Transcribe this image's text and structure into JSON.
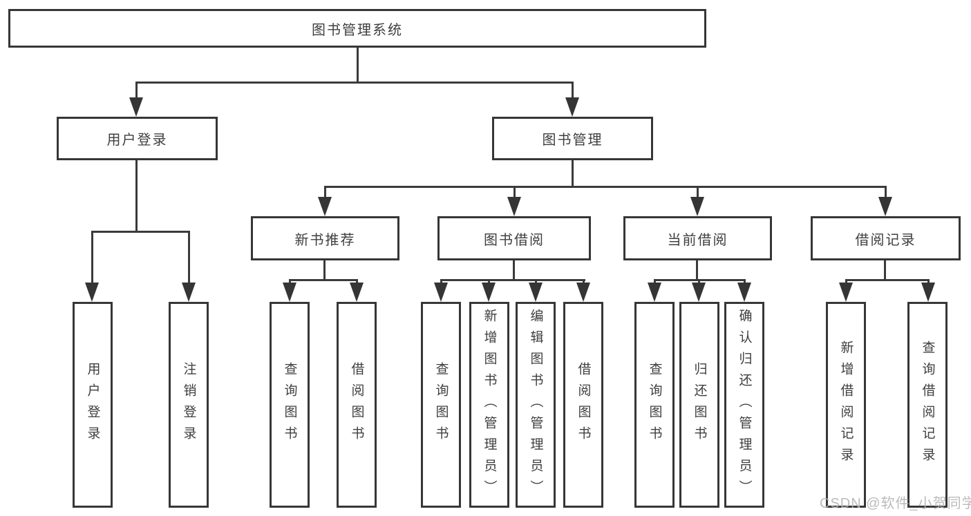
{
  "diagram_type": "hierarchy-tree",
  "tree": {
    "label": "图书管理系统",
    "children": [
      {
        "label": "用户登录",
        "children": [
          {
            "label": "用户登录"
          },
          {
            "label": "注销登录"
          }
        ]
      },
      {
        "label": "图书管理",
        "children": [
          {
            "label": "新书推荐",
            "children": [
              {
                "label": "查询图书"
              },
              {
                "label": "借阅图书"
              }
            ]
          },
          {
            "label": "图书借阅",
            "children": [
              {
                "label": "查询图书"
              },
              {
                "label": "新增图书（管理员）"
              },
              {
                "label": "编辑图书（管理员）"
              },
              {
                "label": "借阅图书"
              }
            ]
          },
          {
            "label": "当前借阅",
            "children": [
              {
                "label": "查询图书"
              },
              {
                "label": "归还图书"
              },
              {
                "label": "确认归还（管理员）"
              }
            ]
          },
          {
            "label": "借阅记录",
            "children": [
              {
                "label": "新增借阅记录"
              },
              {
                "label": "查询借阅记录"
              }
            ]
          }
        ]
      }
    ]
  },
  "watermark": {
    "text": "CSDN @软件_小贺同学"
  },
  "colors": {
    "background": "#ffffff",
    "line": "#3a3a3a",
    "box_border": "#363636",
    "text": "#3e3e3e",
    "watermark": "#b4b4b4"
  }
}
